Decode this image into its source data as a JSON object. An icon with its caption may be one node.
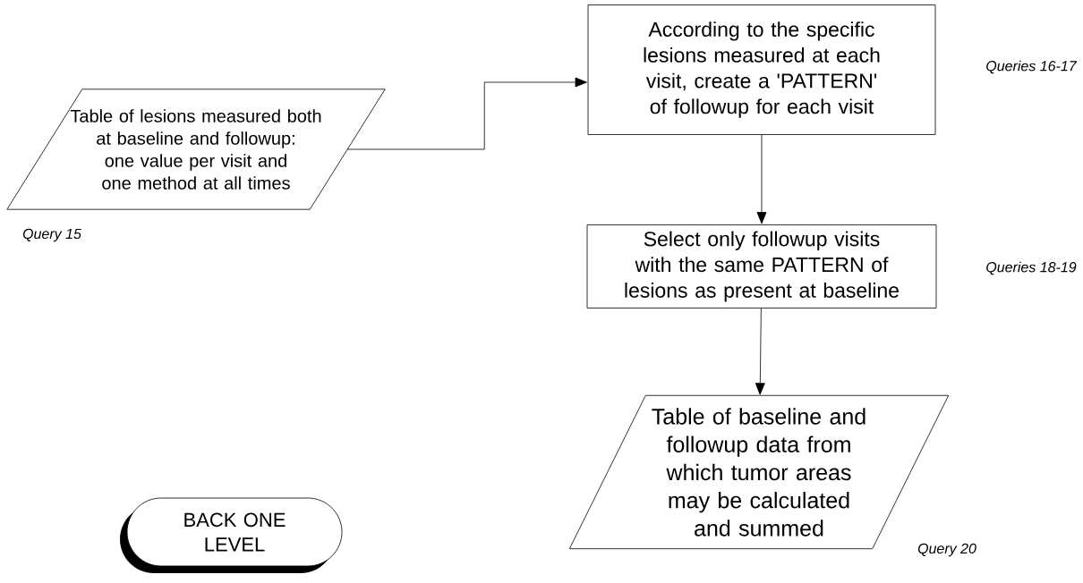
{
  "diagram": {
    "nodes": [
      {
        "text": [
          "Table of lesions measured both at baseline and followup: one value per visit and one method at all times"
        ],
        "beside": [
          "Query 15"
        ]
      },
      {
        "text": [
          "According to the specific lesions measured at each visit, create a 'PATTERN' of followup for each visit"
        ],
        "beside": [
          "Queries 16-17"
        ]
      },
      {
        "text": [
          "Select only followup visits with the same PATTERN of lesions as present at baseline"
        ],
        "beside": [
          "Queries 18-19"
        ]
      },
      {
        "text": [
          "Table of baseline and followup data from which tumor areas may be calculated and summed"
        ],
        "beside": [
          "Query 20"
        ]
      },
      {
        "text": [
          "BACK ONE LEVEL"
        ]
      }
    ],
    "edges": [
      {
        "from": 0,
        "to": 1,
        "arrow": "to"
      },
      {
        "from": 1,
        "to": 2,
        "arrow": "to"
      },
      {
        "from": 2,
        "to": 3,
        "arrow": "to"
      }
    ]
  }
}
